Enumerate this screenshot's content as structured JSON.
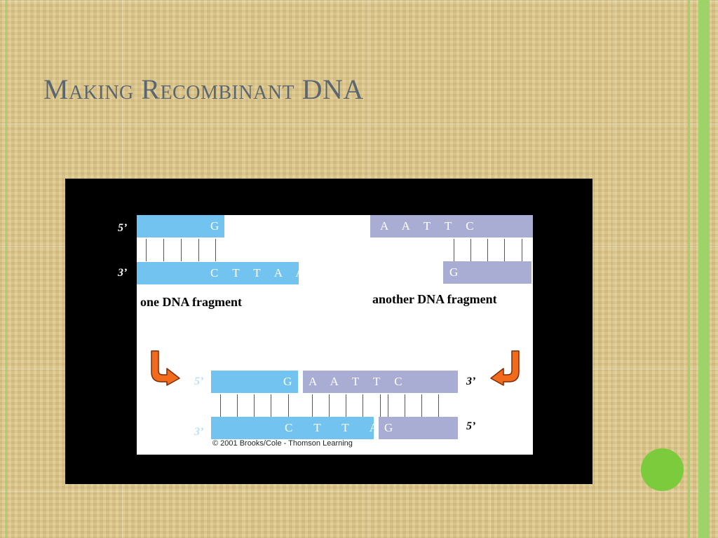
{
  "slide": {
    "title": "Making Recombinant DNA"
  },
  "diagram": {
    "top_left": {
      "label_5": "5’",
      "label_3": "3’",
      "top_bases": "G",
      "bottom_bases": "C T T A A",
      "caption": "one DNA fragment"
    },
    "top_right": {
      "top_bases": "A A T T C",
      "bottom_bases": "G",
      "caption": "another DNA fragment"
    },
    "result": {
      "label_5_left": "5’",
      "label_3_left": "3’",
      "label_3_right": "3’",
      "label_5_right": "5’",
      "top_left_bases": "G",
      "top_right_bases": "A A T T C",
      "bottom_left_bases": "C T T A A",
      "bottom_right_bases": "G"
    },
    "copyright": "© 2001 Brooks/Cole - Thomson Learning"
  },
  "colors": {
    "strand_blue": "#72c3ef",
    "strand_purple": "#a9acd3",
    "arrow_orange": "#f26a1b",
    "accent_green": "#7ccb3c"
  }
}
